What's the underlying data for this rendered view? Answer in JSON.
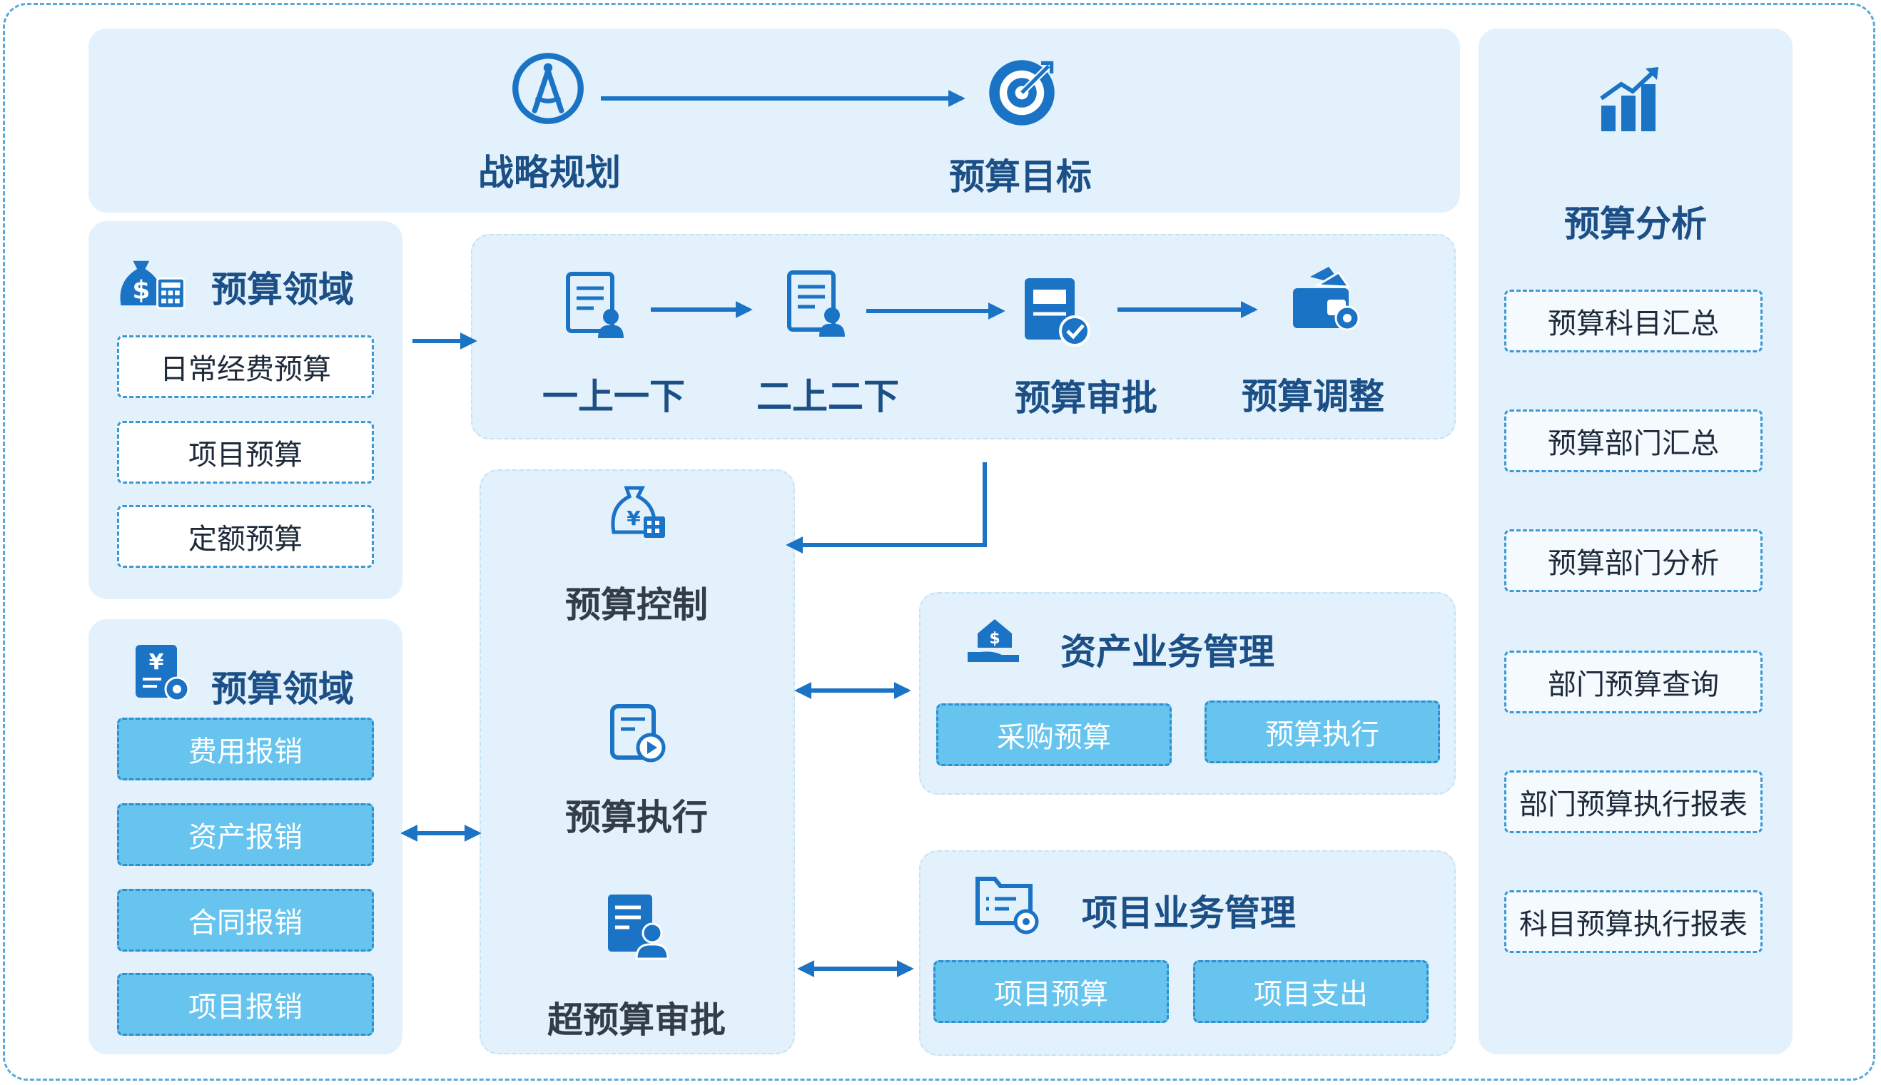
{
  "strategy": {
    "planning": "战略规划",
    "target": "预算目标"
  },
  "domain_top": {
    "title": "预算领域",
    "items": [
      "日常经费预算",
      "项目预算",
      "定额预算"
    ]
  },
  "domain_bottom": {
    "title": "预算领域",
    "items": [
      "费用报销",
      "资产报销",
      "合同报销",
      "项目报销"
    ]
  },
  "flow": {
    "steps": [
      "一上一下",
      "二上二下",
      "预算审批",
      "预算调整"
    ]
  },
  "control": {
    "items": [
      "预算控制",
      "预算执行",
      "超预算审批"
    ]
  },
  "asset": {
    "title": "资产业务管理",
    "items": [
      "采购预算",
      "预算执行"
    ]
  },
  "project": {
    "title": "项目业务管理",
    "items": [
      "项目预算",
      "项目支出"
    ]
  },
  "analysis": {
    "title": "预算分析",
    "items": [
      "预算科目汇总",
      "预算部门汇总",
      "预算部门分析",
      "部门预算查询",
      "部门预算执行报表",
      "科目预算执行报表"
    ]
  },
  "colors": {
    "primary": "#1a73c4",
    "panel": "#e2f1fb",
    "light_button": "#66c4ee",
    "frame": "#5aa9dc"
  },
  "icons": [
    "compass-icon",
    "target-icon",
    "money-bag-calculator-icon",
    "yuan-document-gear-icon",
    "document-user-icon",
    "approval-document-icon",
    "wallet-gear-icon",
    "yuan-bag-icon",
    "play-document-icon",
    "document-person-icon",
    "hand-money-house-icon",
    "folder-gear-icon",
    "bar-chart-growth-icon"
  ]
}
